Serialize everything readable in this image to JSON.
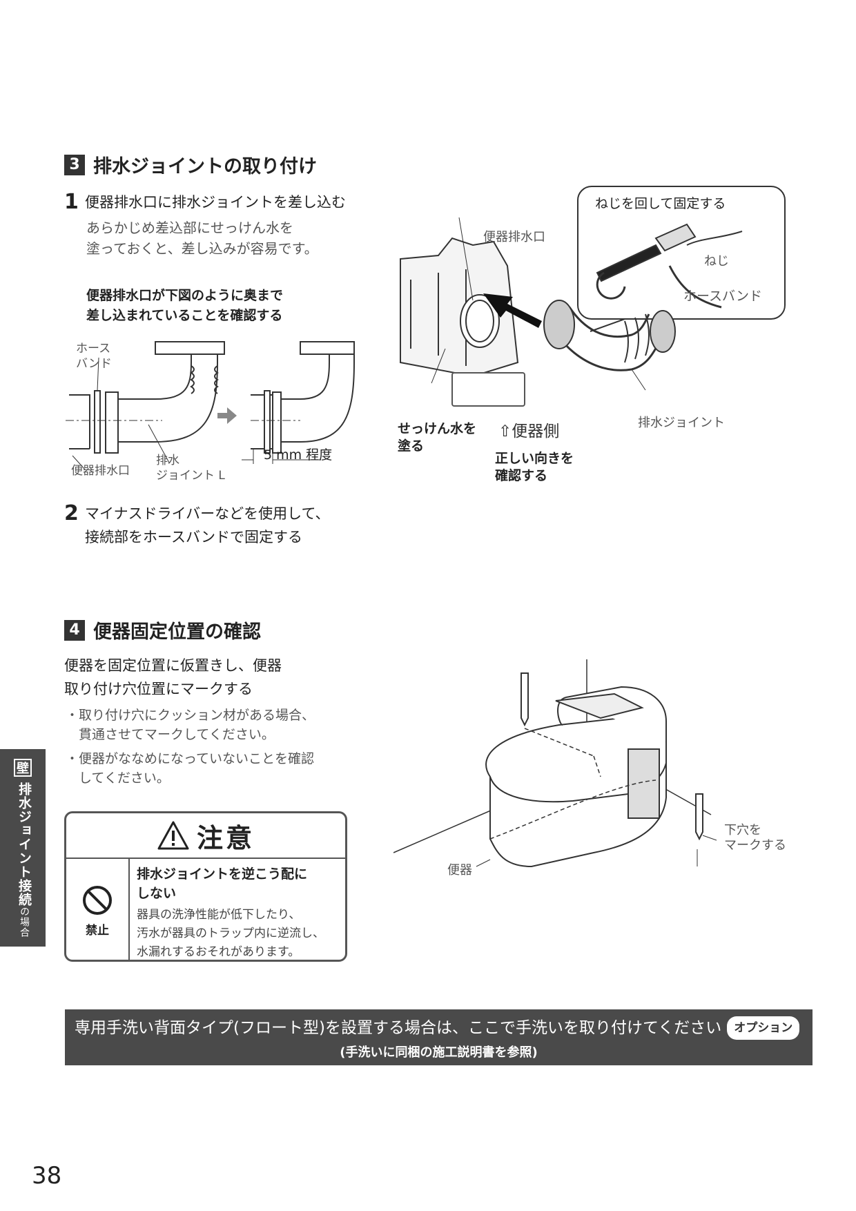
{
  "section3": {
    "number": "3",
    "title": "排水ジョイントの取り付け",
    "step1": {
      "number": "1",
      "text": "便器排水口に排水ジョイントを差し込む",
      "note_line1": "あらかじめ差込部にせっけん水を",
      "note_line2": "塗っておくと、差し込みが容易です。"
    },
    "check_line1": "便器排水口が下図のように奥まで",
    "check_line2": "差し込まれていることを確認する",
    "diagram": {
      "hose_band_1": "ホース",
      "hose_band_2": "バンド",
      "outlet": "便器排水口",
      "joint_1": "排水",
      "joint_2": "ジョイント L",
      "gap": "5 mm 程度"
    },
    "illustration": {
      "callout": "ねじを回して固定する",
      "screw": "ねじ",
      "hose_band": "ホースバンド",
      "outlet": "便器排水口",
      "soap_1": "せっけん水を",
      "soap_2": "塗る",
      "toilet_side": "⇧便器側",
      "orientation_1": "正しい向きを",
      "orientation_2": "確認する",
      "joint": "排水ジョイント"
    },
    "step2": {
      "number": "2",
      "line1": "マイナスドライバーなどを使用して、",
      "line2": "接続部をホースバンドで固定する"
    }
  },
  "section4": {
    "number": "4",
    "title": "便器固定位置の確認",
    "intro_line1": "便器を固定位置に仮置きし、便器",
    "intro_line2": "取り付け穴位置にマークする",
    "bullet1_line1": "・取り付け穴にクッション材がある場合、",
    "bullet1_line2": "　貫通させてマークしてください。",
    "bullet2_line1": "・便器がななめになっていないことを確認",
    "bullet2_line2": "　してください。",
    "illustration": {
      "mark_1": "下穴を",
      "mark_2": "マークする",
      "toilet": "便器"
    }
  },
  "caution": {
    "title": "注意",
    "prohibit": "禁止",
    "main_line1": "排水ジョイントを逆こう配に",
    "main_line2": "しない",
    "desc_line1": "器具の洗浄性能が低下したり、",
    "desc_line2": "汚水が器具のトラップ内に逆流し、",
    "desc_line3": "水漏れするおそれがあります。"
  },
  "banner": {
    "main": "専用手洗い背面タイプ(フロート型)を設置する場合は、ここで手洗いを取り付けてください",
    "badge": "オプション",
    "sub": "(手洗いに同梱の施工説明書を参照)"
  },
  "side_tab": {
    "box": "壁",
    "text": "排水ジョイント接続",
    "small": "の場合"
  },
  "page_number": "38"
}
